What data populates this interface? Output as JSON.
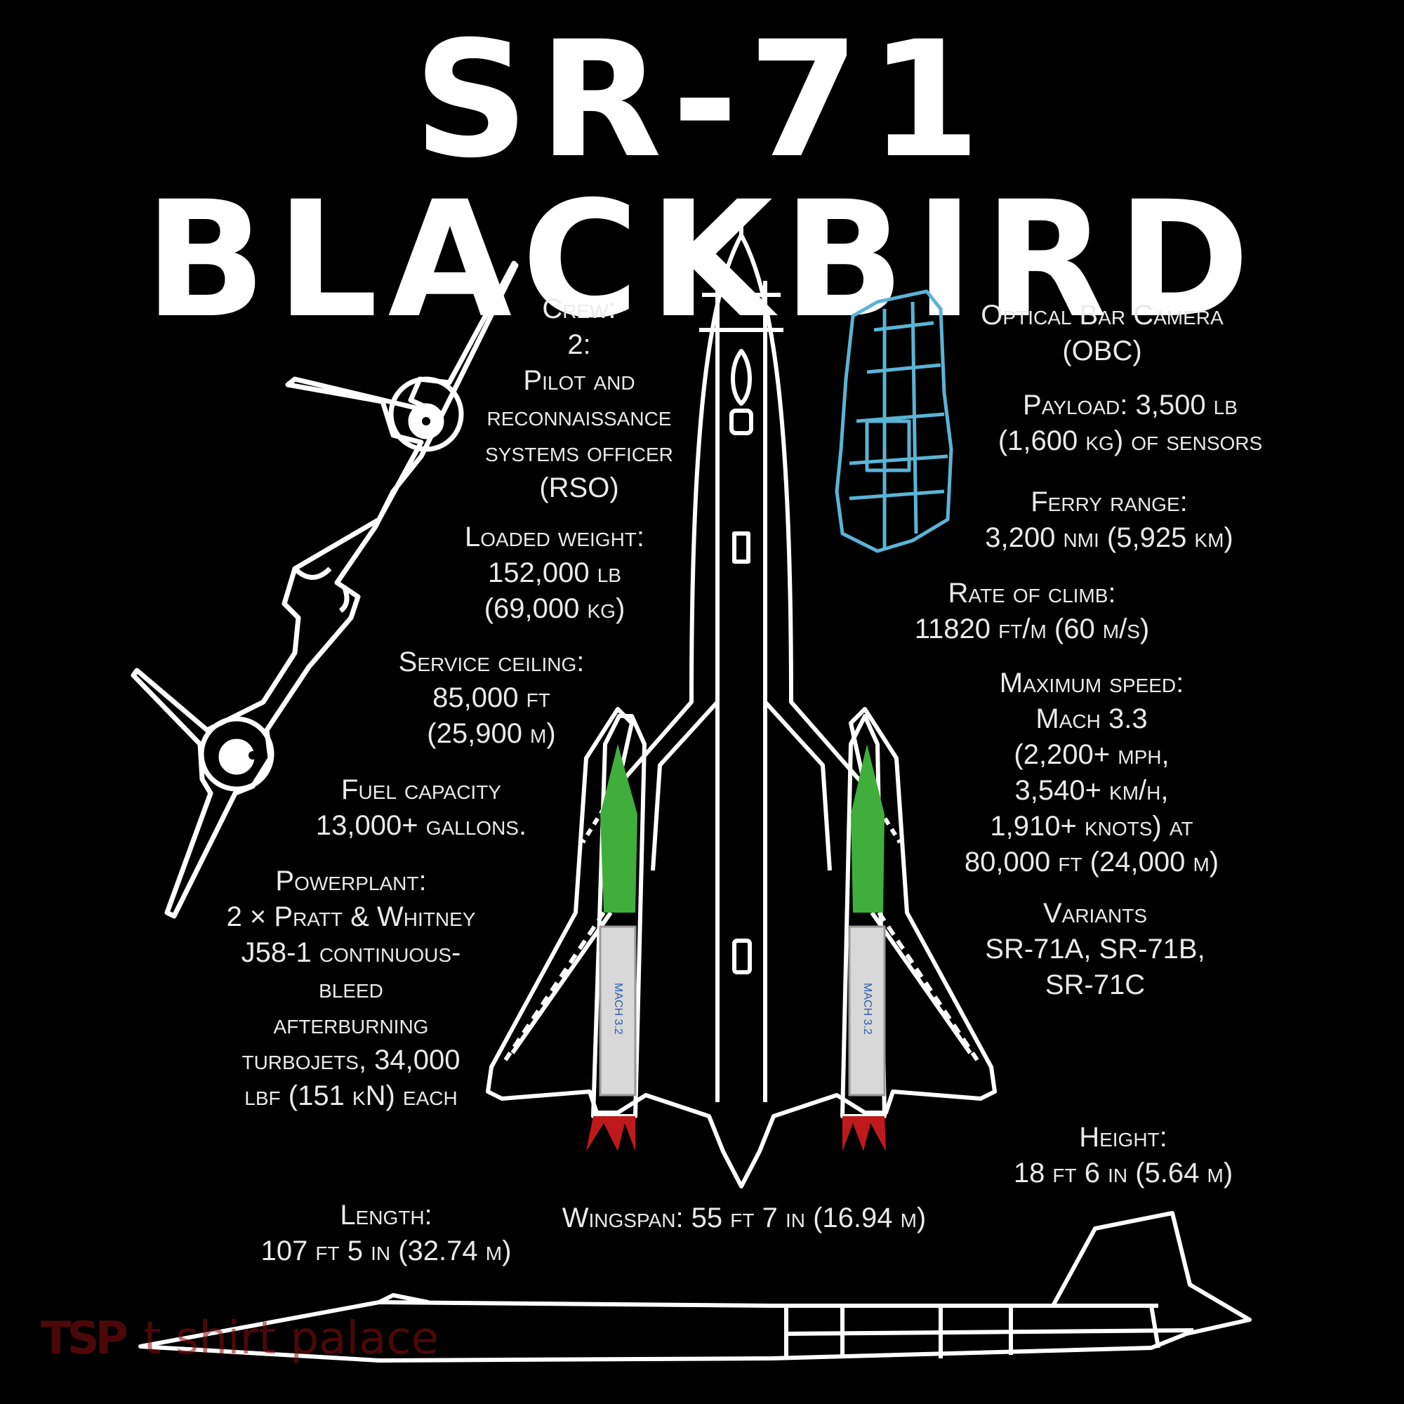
{
  "title": "SR-71 BLACKBIRD",
  "crew": {
    "l1": "Crew:",
    "l2": "2:",
    "l3": "Pilot and",
    "l4": "reconnaissance",
    "l5": "systems officer",
    "l6": "(RSO)"
  },
  "loaded_weight": {
    "l1": "Loaded weight:",
    "l2": "152,000 lb",
    "l3": "(69,000 kg)"
  },
  "service_ceiling": {
    "l1": "Service ceiling:",
    "l2": "85,000 ft",
    "l3": "(25,900 m)"
  },
  "fuel": {
    "l1": "Fuel capacity",
    "l2": "13,000+ gallons."
  },
  "powerplant": {
    "l1": "Powerplant:",
    "l2": "2 × Pratt & Whitney",
    "l3": "J58-1 continuous-",
    "l4": "bleed",
    "l5": "afterburning",
    "l6": "turbojets, 34,000",
    "l7": "lbf (151 kN) each"
  },
  "camera": {
    "l1": "Optical Bar Camera",
    "l2": "(OBC)"
  },
  "payload": {
    "l1": "Payload: 3,500 lb",
    "l2": "(1,600 kg) of sensors"
  },
  "ferry": {
    "l1": "Ferry range:",
    "l2": "3,200 nmi (5,925 km)"
  },
  "climb": {
    "l1": "Rate of climb:",
    "l2": "11820 ft/m (60 m/s)"
  },
  "speed": {
    "l1": "Maximum speed:",
    "l2": "Mach 3.3",
    "l3": "(2,200+ mph,",
    "l4": "3,540+ km/h,",
    "l5": "1,910+ knots) at",
    "l6": "80,000 ft (24,000 m)"
  },
  "variants": {
    "l1": "Variants",
    "l2": "SR-71A, SR-71B,",
    "l3": "SR-71C"
  },
  "height": {
    "l1": "Height:",
    "l2": "18 ft 6 in (5.64 m)"
  },
  "wingspan": {
    "l1": "Wingspan: 55 ft 7 in (16.94 m)"
  },
  "length": {
    "l1": "Length:",
    "l2": "107 ft 5 in (32.74 m)"
  },
  "engine_label": "MACH 3.2",
  "watermark": {
    "logo": "TSP",
    "text": "t shirt palace"
  },
  "colors": {
    "background": "#000000",
    "line": "#ffffff",
    "camera": "#5ab4d6",
    "engine_green": "#3fae3a",
    "exhaust_red": "#c0191b"
  }
}
